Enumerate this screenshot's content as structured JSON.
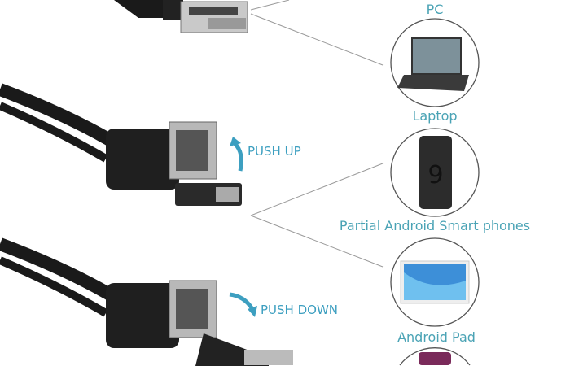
{
  "devices": [
    {
      "label": "PC",
      "icon": "pc-icon"
    },
    {
      "label": "Laptop",
      "icon": "laptop-icon"
    },
    {
      "label": "Partial Android Smart phones",
      "icon": "smartphone-icon"
    },
    {
      "label": "Android Pad",
      "icon": "tablet-icon"
    }
  ],
  "instructions": {
    "push_up": "PUSH UP",
    "push_down": "PUSH DOWN"
  },
  "colors": {
    "label": "#4aa3b5",
    "arrow": "#3d9fc0",
    "cable": "#1a1a1a"
  }
}
